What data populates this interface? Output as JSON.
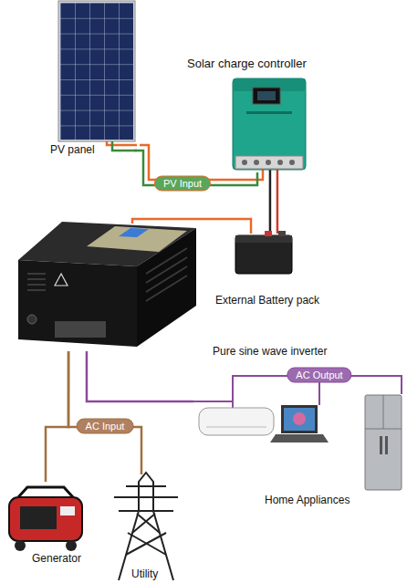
{
  "diagram": {
    "nodes": [
      {
        "text": [
          "PV panel"
        ]
      },
      {
        "text": [
          "Solar charge controller"
        ]
      },
      {
        "text": [
          "External Battery pack"
        ]
      },
      {
        "text": [
          "Pure sine wave inverter"
        ]
      },
      {
        "text": [
          "Home Appliances"
        ]
      },
      {
        "text": [
          "Generator"
        ]
      },
      {
        "text": [
          "Utility"
        ]
      }
    ],
    "edges": [
      {
        "from": 0,
        "to": 1,
        "arrow": "none",
        "label": "PV Input"
      },
      {
        "from": 1,
        "to": 2,
        "arrow": "none"
      },
      {
        "from": 2,
        "to": 3,
        "arrow": "none"
      },
      {
        "from": 3,
        "to": 4,
        "arrow": "none",
        "label": "AC Output"
      },
      {
        "from": 5,
        "to": 3,
        "arrow": "none",
        "label": "AC Input"
      },
      {
        "from": 6,
        "to": 3,
        "arrow": "none"
      }
    ]
  }
}
